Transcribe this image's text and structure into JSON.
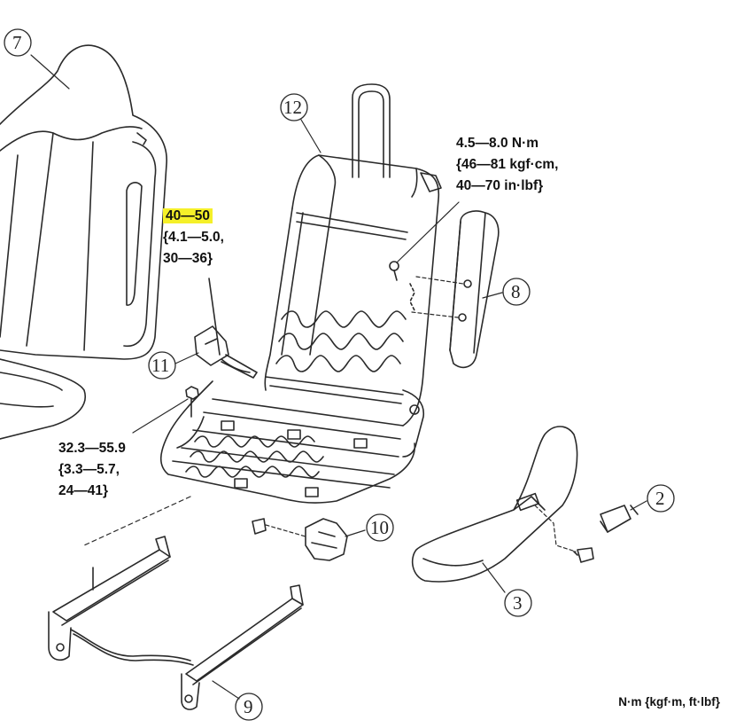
{
  "callouts": {
    "c7": "7",
    "c12": "12",
    "c8": "8",
    "c11": "11",
    "c2": "2",
    "c10": "10",
    "c3": "3",
    "c9": "9"
  },
  "torque_specs": {
    "backrest_bolt": {
      "line1": "4.5—8.0 N·m",
      "line2": "{46—81 kgf·cm,",
      "line3": "40—70 in·lbf}"
    },
    "seatbelt_bolt": {
      "line1": "40—50",
      "line2": "{4.1—5.0,",
      "line3": "30—36}"
    },
    "frame_nut": {
      "line1": "32.3—55.9",
      "line2": "{3.3—5.7,",
      "line3": "24—41}"
    }
  },
  "units_legend": "N·m {kgf·m, ft·lbf}",
  "colors": {
    "highlight": "#f5f029",
    "line": "#2a2a2a"
  }
}
